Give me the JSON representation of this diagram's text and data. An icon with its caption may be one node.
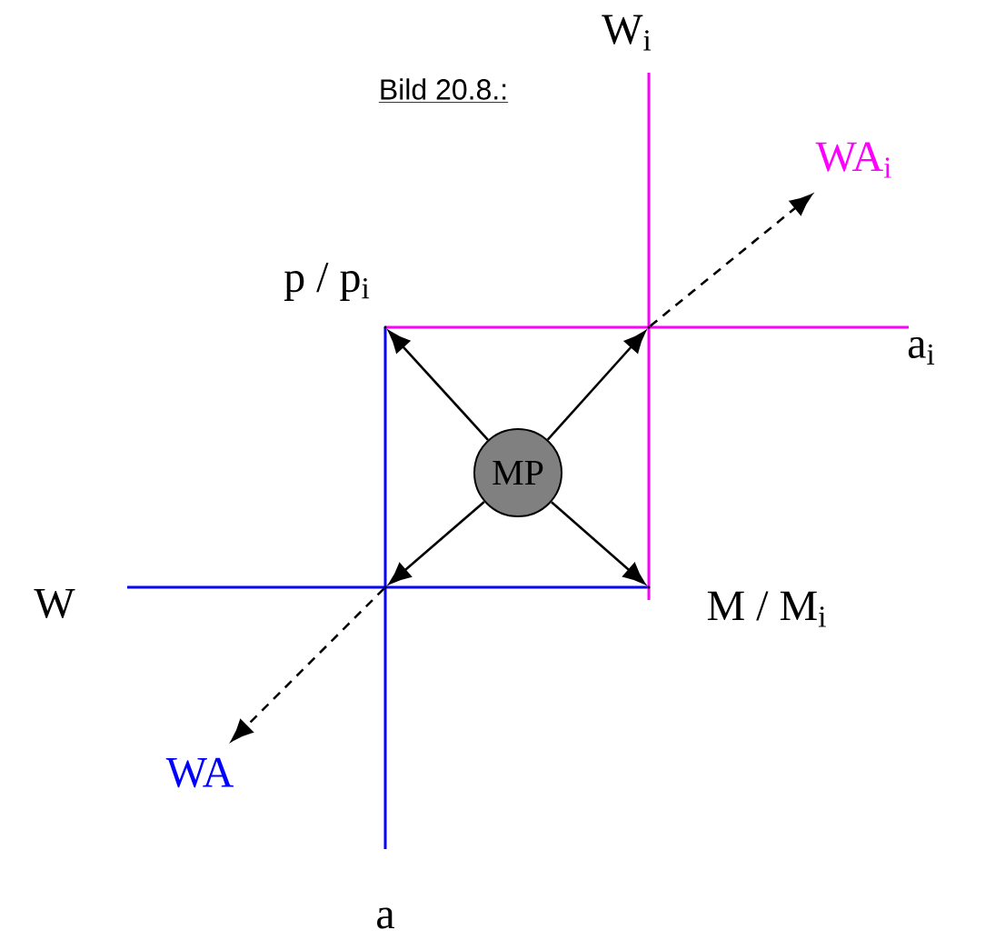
{
  "diagram": {
    "title": "Bild 20.8.:",
    "nodes": [
      {
        "text": [
          "MP"
        ]
      },
      {
        "text": [],
        "shape": "point"
      },
      {
        "text": [],
        "shape": "point"
      },
      {
        "text": [],
        "shape": "point"
      },
      {
        "text": [],
        "shape": "point"
      },
      {
        "text": [
          "WA$_{i}$"
        ]
      },
      {
        "text": [
          "WA"
        ]
      }
    ],
    "edges": [
      {
        "from": 0,
        "to": 1,
        "arrow": "to"
      },
      {
        "from": 0,
        "to": 2,
        "arrow": "to"
      },
      {
        "from": 0,
        "to": 3,
        "arrow": "to"
      },
      {
        "from": 0,
        "to": 4,
        "arrow": "to"
      },
      {
        "from": 2,
        "to": 5,
        "arrow": "to",
        "style": "dashed"
      },
      {
        "from": 3,
        "to": 6,
        "arrow": "to",
        "style": "dashed"
      }
    ],
    "labels": [
      "W$_{i}$",
      "p / p$_{i}$",
      "a$_{i}$",
      "W",
      "M / M$_{i}$",
      "a"
    ]
  }
}
